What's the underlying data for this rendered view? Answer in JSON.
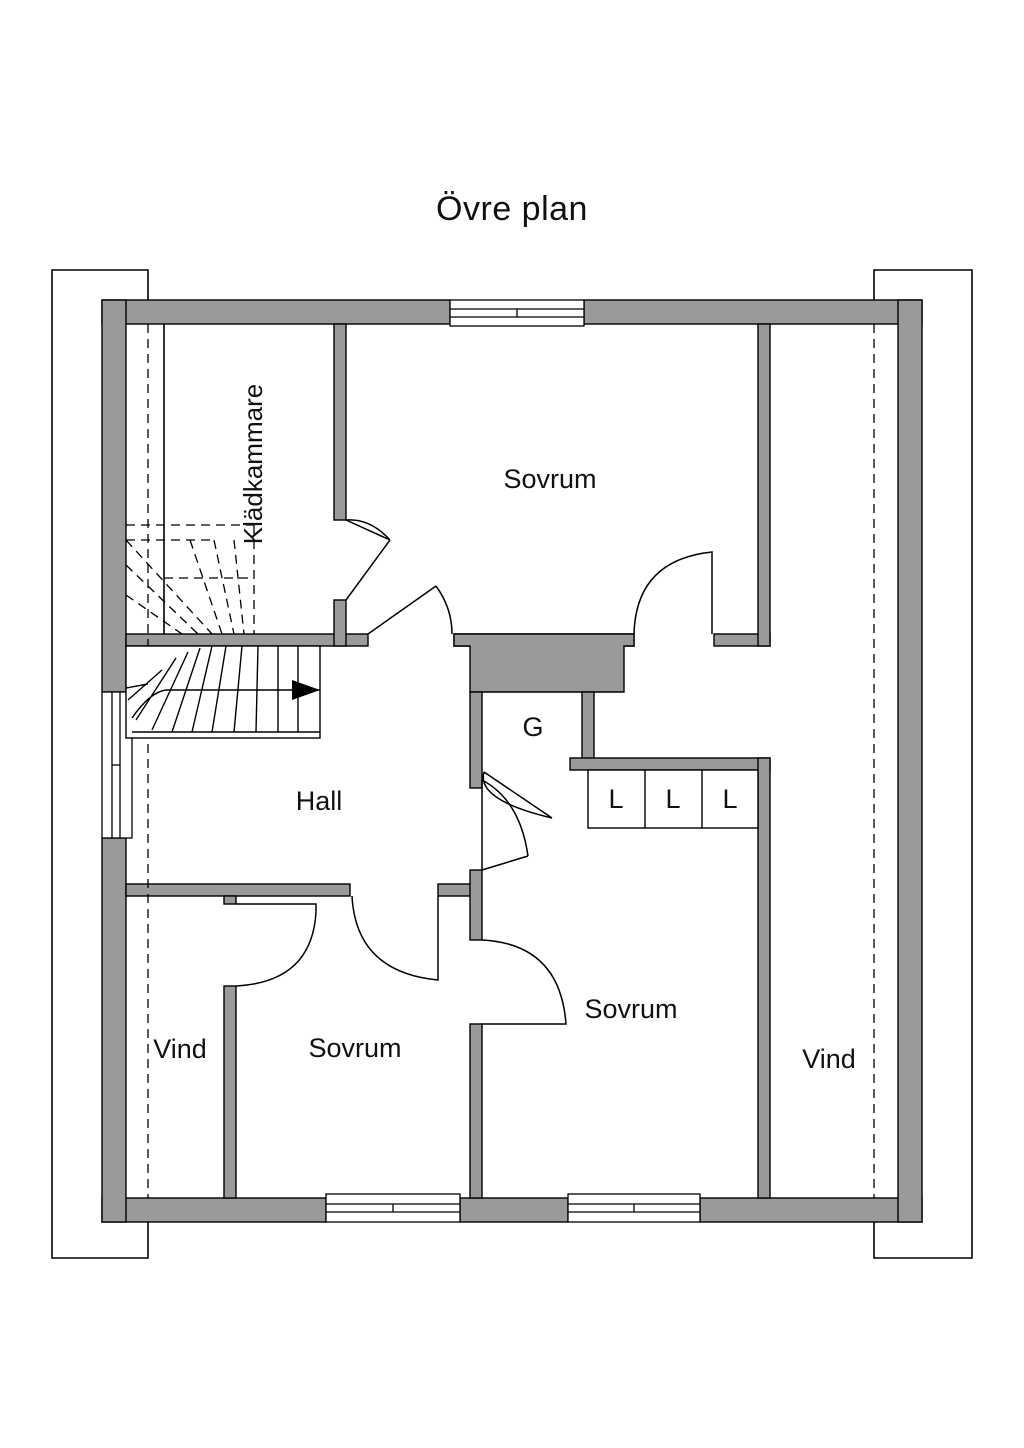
{
  "title": "Övre plan",
  "colors": {
    "wall": "#9a9a9a",
    "line": "#000000",
    "background": "#ffffff"
  },
  "rooms": {
    "kladkammare": "Klädkammare",
    "sovrum_top": "Sovrum",
    "g": "G",
    "hall": "Hall",
    "wardrobe_1": "L",
    "wardrobe_2": "L",
    "wardrobe_3": "L",
    "sovrum_bottom_right": "Sovrum",
    "sovrum_bottom_left": "Sovrum",
    "vind_left": "Vind",
    "vind_right": "Vind"
  }
}
